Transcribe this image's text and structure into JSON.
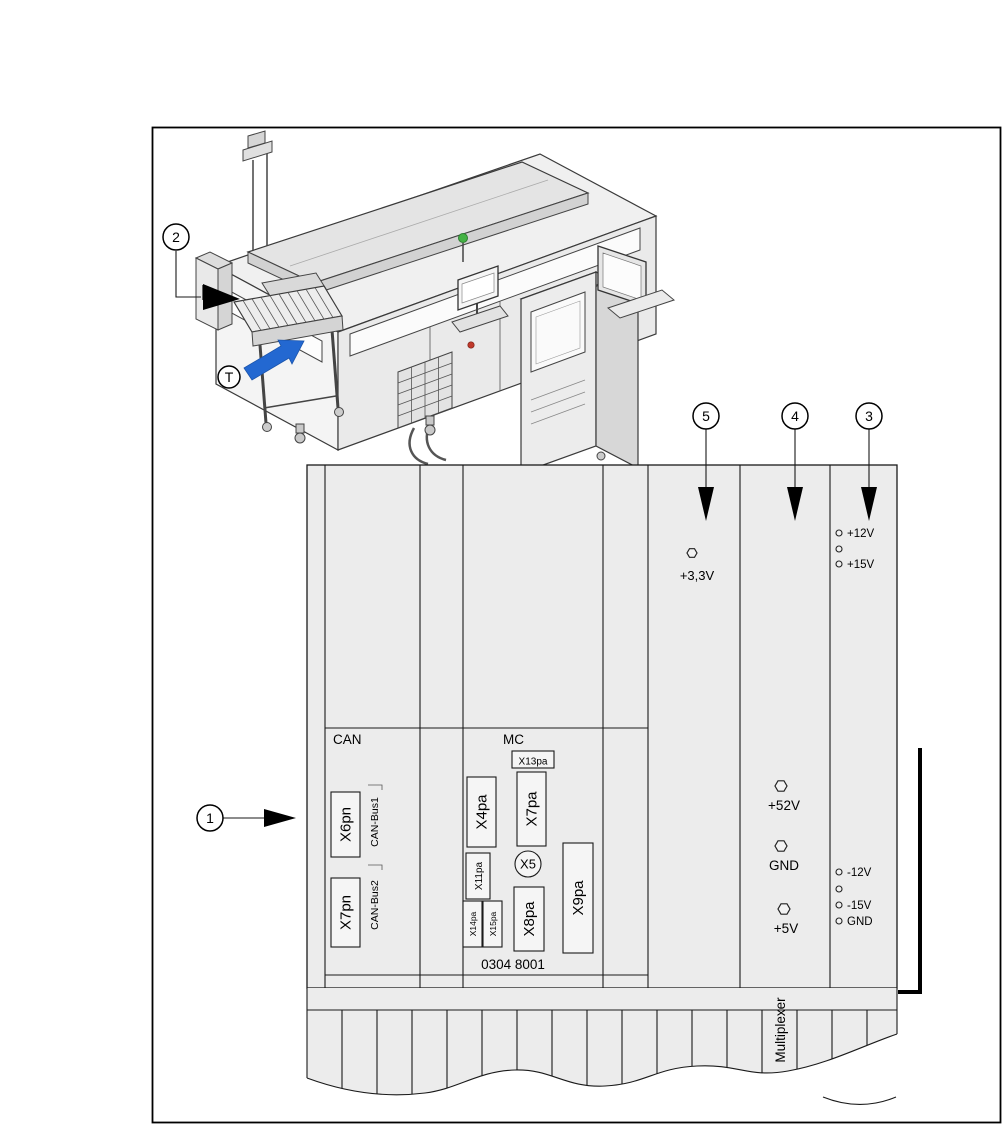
{
  "figure": {
    "callouts": {
      "c1": "1",
      "c2": "2",
      "c3": "3",
      "c4": "4",
      "c5": "5",
      "t": "T"
    },
    "panel": {
      "can": {
        "label": "CAN",
        "x6pn": "X6pn",
        "x7pn": "X7pn",
        "bus1": "CAN-Bus1",
        "bus2": "CAN-Bus2"
      },
      "mc": {
        "label": "MC",
        "x13pa": "X13pa",
        "x4pa": "X4pa",
        "x7pa": "X7pa",
        "x11pa": "X11pa",
        "x5": "X5",
        "x14pa": "X14pa",
        "x15pa": "X15pa",
        "x8pa": "X8pa",
        "x9pa": "X9pa",
        "board_number": "0304 8001"
      },
      "multiplexer": "Multiplexer"
    },
    "testpoints": {
      "v33": "+3,3V",
      "v52": "+52V",
      "gnd_upper": "GND",
      "v5": "+5V",
      "p12": "+12V",
      "p15": "+15V",
      "m12": "-12V",
      "m15": "-15V",
      "gnd_lower": "GND"
    },
    "colors": {
      "arrow_blue": "#2368d1"
    }
  }
}
